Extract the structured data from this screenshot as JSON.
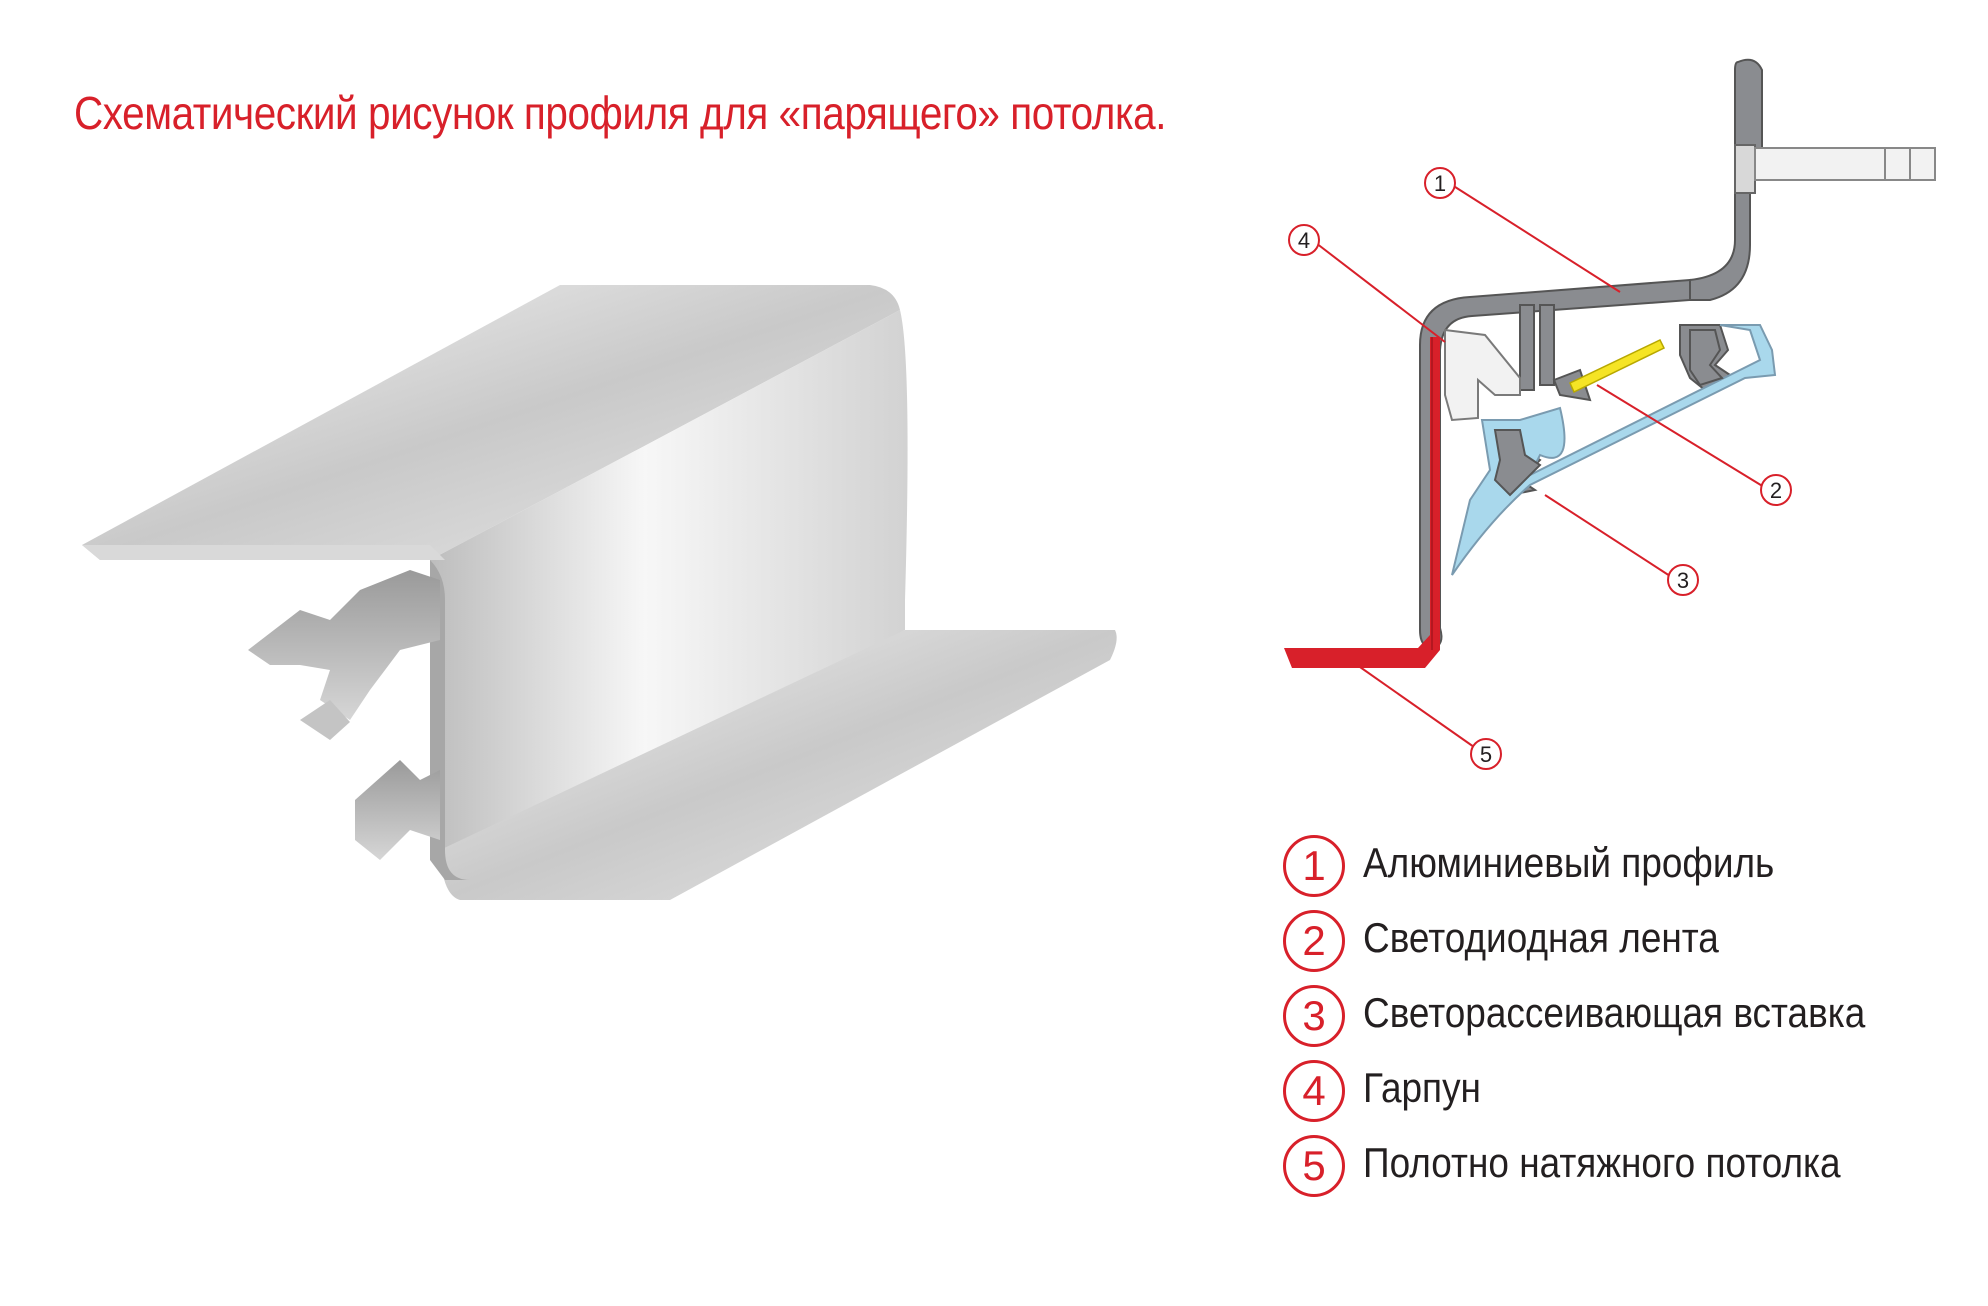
{
  "title": "Схематический рисунок профиля для «парящего» потолка.",
  "callouts": [
    "1",
    "2",
    "3",
    "4",
    "5"
  ],
  "legend": [
    {
      "num": "1",
      "label": "Алюминиевый профиль"
    },
    {
      "num": "2",
      "label": "Светодиодная лента"
    },
    {
      "num": "3",
      "label": "Светорассеивающая вставка"
    },
    {
      "num": "4",
      "label": "Гарпун"
    },
    {
      "num": "5",
      "label": "Полотно натяжного потолка"
    }
  ],
  "colors": {
    "accent_red": "#d8202a",
    "profile_gray": "#8a8c90",
    "diffuser_blue": "#a9d8ec",
    "led_yellow": "#f5e425",
    "harpoon_white": "#f2f2f2"
  }
}
